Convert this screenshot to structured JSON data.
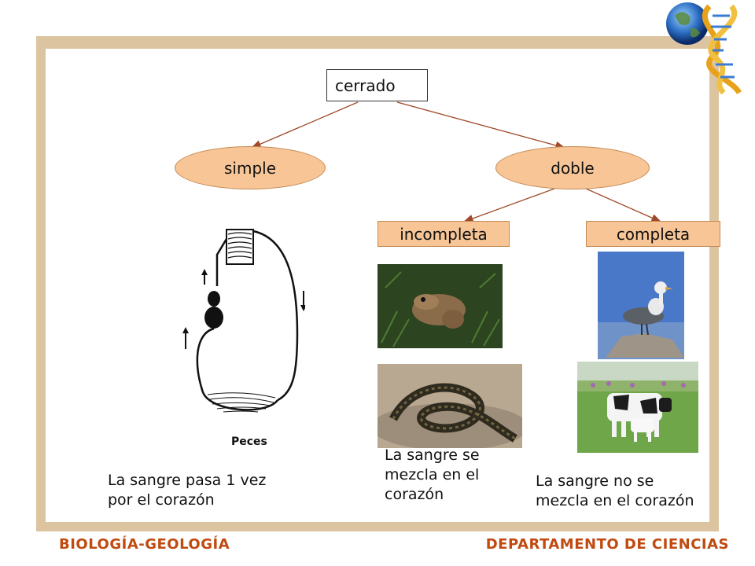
{
  "diagram": {
    "root": "cerrado",
    "level1": {
      "left": "simple",
      "right": "doble"
    },
    "level2": {
      "left": "incompleta",
      "right": "completa"
    },
    "fish_caption": "Peces",
    "captions": {
      "simple": [
        "La sangre pasa 1 vez",
        "por el corazón"
      ],
      "incompleta": [
        "La sangre se",
        "mezcla en el",
        "corazón"
      ],
      "completa": [
        "La sangre no se",
        "mezcla en el corazón"
      ]
    }
  },
  "footer": {
    "left": "BIOLOGÍA-GEOLOGÍA",
    "right": "DEPARTAMENTO DE CIENCIAS"
  },
  "colors": {
    "node_fill": "#f7c596",
    "arrow": "#a04a2a",
    "footer_text": "#c04a10",
    "frame": "#dcc4a0"
  },
  "icons": [
    "globe-dna-logo"
  ]
}
